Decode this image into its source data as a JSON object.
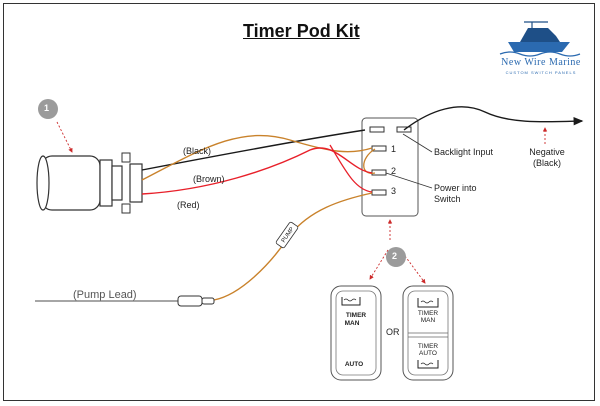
{
  "title": "Timer Pod Kit",
  "logo": {
    "brand": "New Wire Marine",
    "tagline": "CUSTOM SWITCH PANELS",
    "accent": "#2b6ab0"
  },
  "markers": [
    "1",
    "2"
  ],
  "wires": {
    "black": "(Black)",
    "brown": "(Brown)",
    "red": "(Red)",
    "pump_tag": "PUMP",
    "pump_lead": "(Pump Lead)"
  },
  "pins": [
    "1",
    "2",
    "3"
  ],
  "callouts": {
    "backlight": "Backlight Input",
    "power_line1": "Power into",
    "power_line2": "Switch",
    "negative_line1": "Negative",
    "negative_line2": "(Black)"
  },
  "switch_a": {
    "top_line1": "TIMER",
    "top_line2": "MAN",
    "bottom": "AUTO"
  },
  "or_label": "OR",
  "switch_b": {
    "top_line1": "TIMER",
    "top_line2": "MAN",
    "bottom_line1": "TIMER",
    "bottom_line2": "AUTO"
  },
  "colors": {
    "black_wire": "#1a1a1a",
    "brown_wire": "#c9822b",
    "red_wire": "#e8202a",
    "marker": "#9b9b9b",
    "leader": "#cc2a2a"
  }
}
